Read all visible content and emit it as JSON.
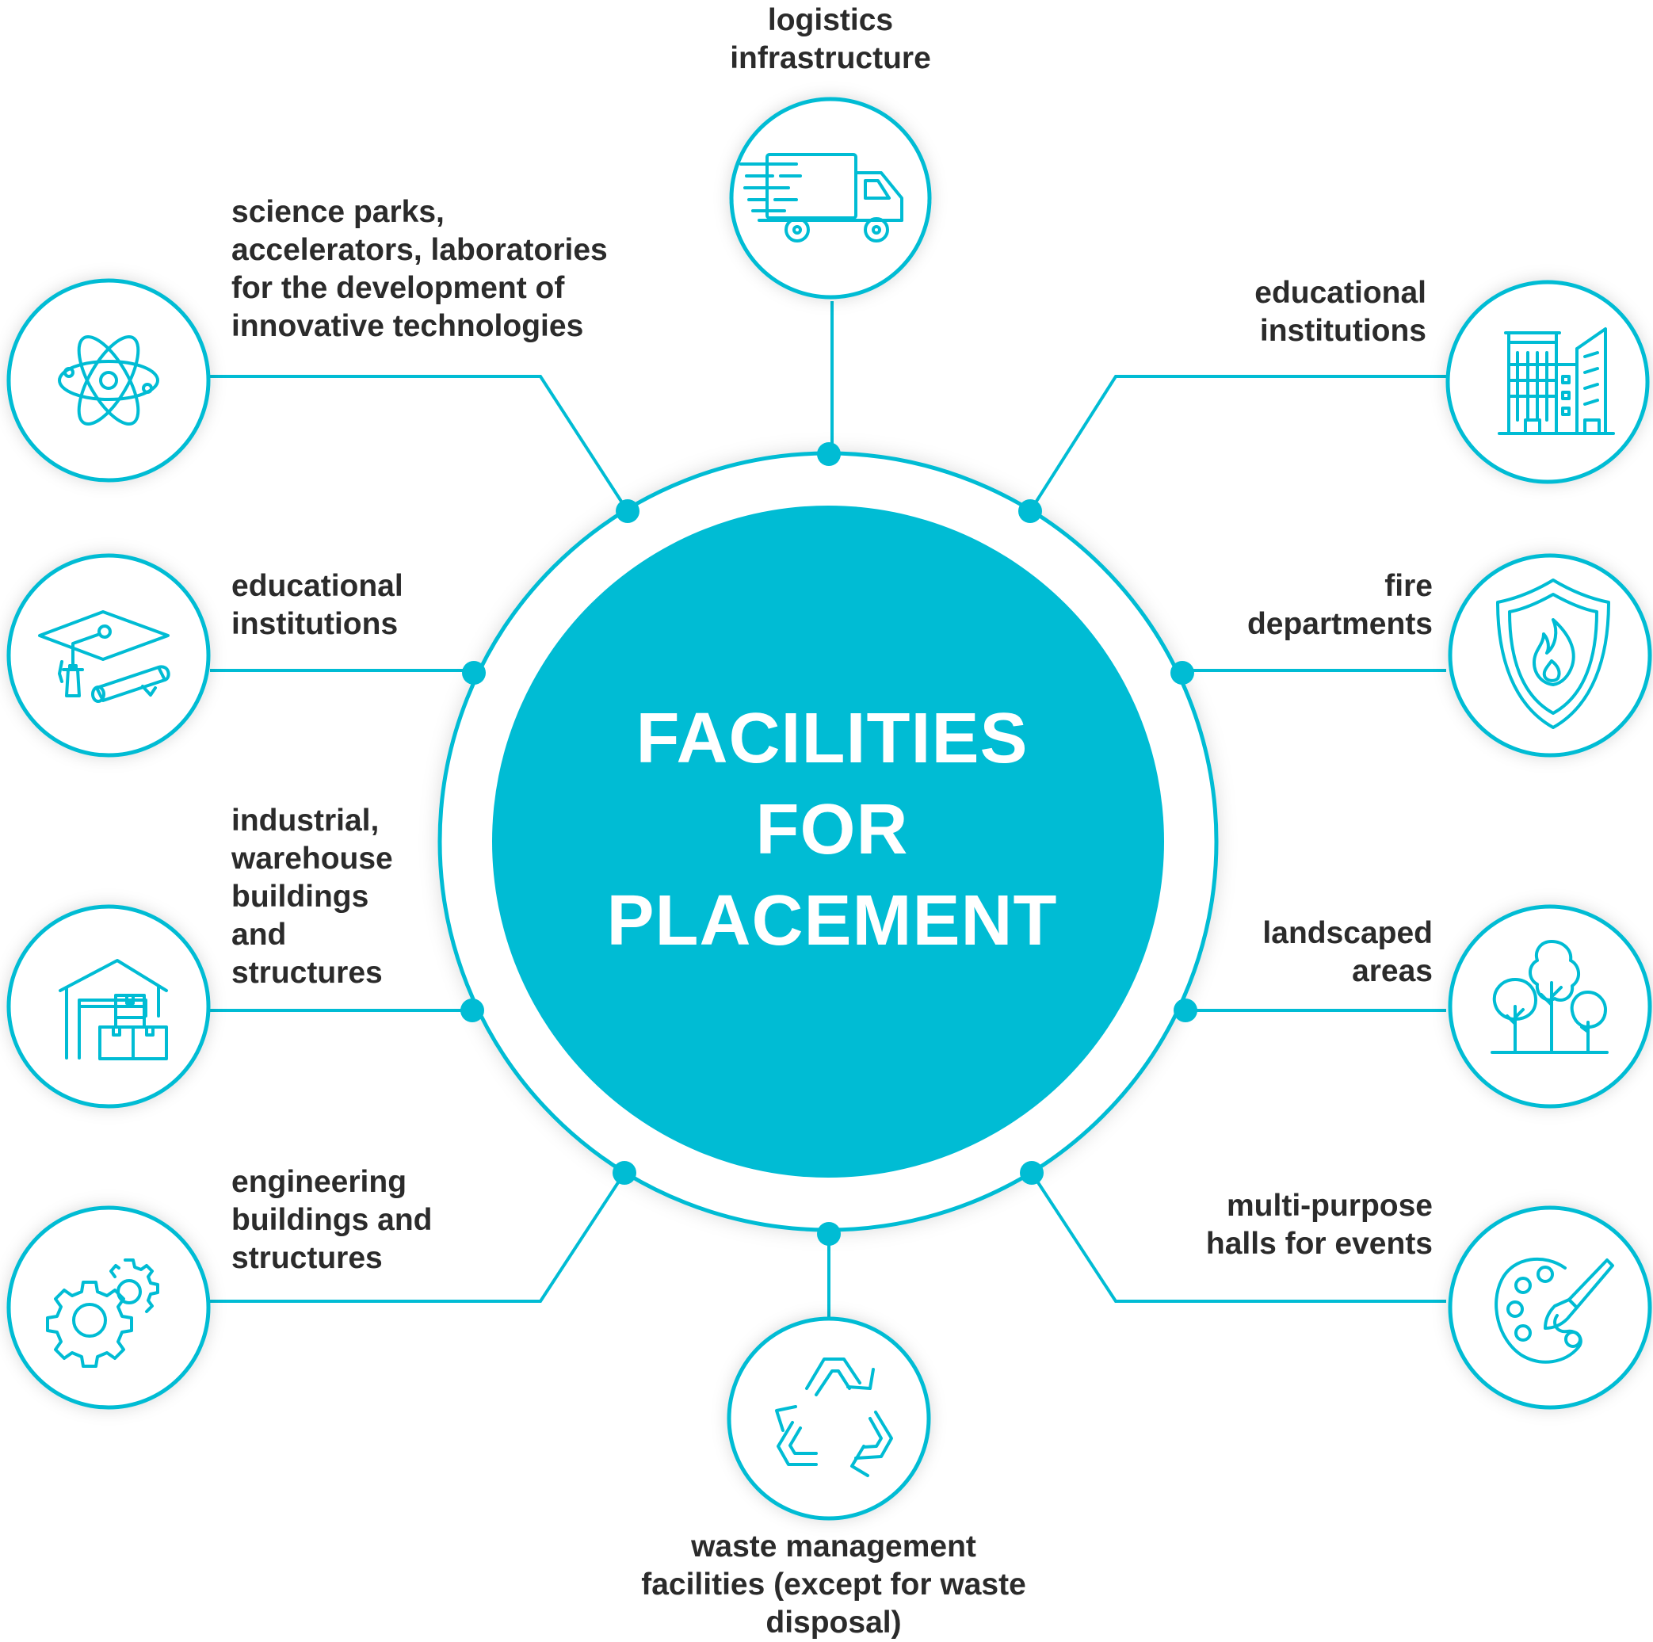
{
  "center": {
    "title_lines": [
      "FACILITIES",
      "FOR",
      "PLACEMENT"
    ]
  },
  "colors": {
    "accent": "#00bcd4",
    "text": "#2b2b2b",
    "center_text": "#ffffff"
  },
  "items": [
    {
      "id": "logistics",
      "icon": "truck-icon",
      "lines": [
        "logistics",
        "infrastructure"
      ]
    },
    {
      "id": "science",
      "icon": "atom-icon",
      "lines": [
        "science parks,",
        "accelerators, laboratories",
        "for the development of",
        "innovative technologies"
      ]
    },
    {
      "id": "edu-right",
      "icon": "buildings-icon",
      "lines": [
        "educational",
        "institutions"
      ]
    },
    {
      "id": "edu-left",
      "icon": "graduation-cap-icon",
      "lines": [
        "educational",
        "institutions"
      ]
    },
    {
      "id": "fire",
      "icon": "fire-shield-icon",
      "lines": [
        "fire",
        "departments"
      ]
    },
    {
      "id": "industrial",
      "icon": "warehouse-icon",
      "lines": [
        "industrial,",
        "warehouse",
        "buildings",
        "and",
        "structures"
      ]
    },
    {
      "id": "landscaped",
      "icon": "trees-icon",
      "lines": [
        "landscaped",
        "areas"
      ]
    },
    {
      "id": "engineering",
      "icon": "gears-icon",
      "lines": [
        "engineering",
        "buildings and",
        "structures"
      ]
    },
    {
      "id": "halls",
      "icon": "palette-icon",
      "lines": [
        "multi-purpose",
        "halls for events"
      ]
    },
    {
      "id": "waste",
      "icon": "recycle-icon",
      "lines": [
        "waste management",
        "facilities (except for waste",
        "disposal)"
      ]
    }
  ]
}
